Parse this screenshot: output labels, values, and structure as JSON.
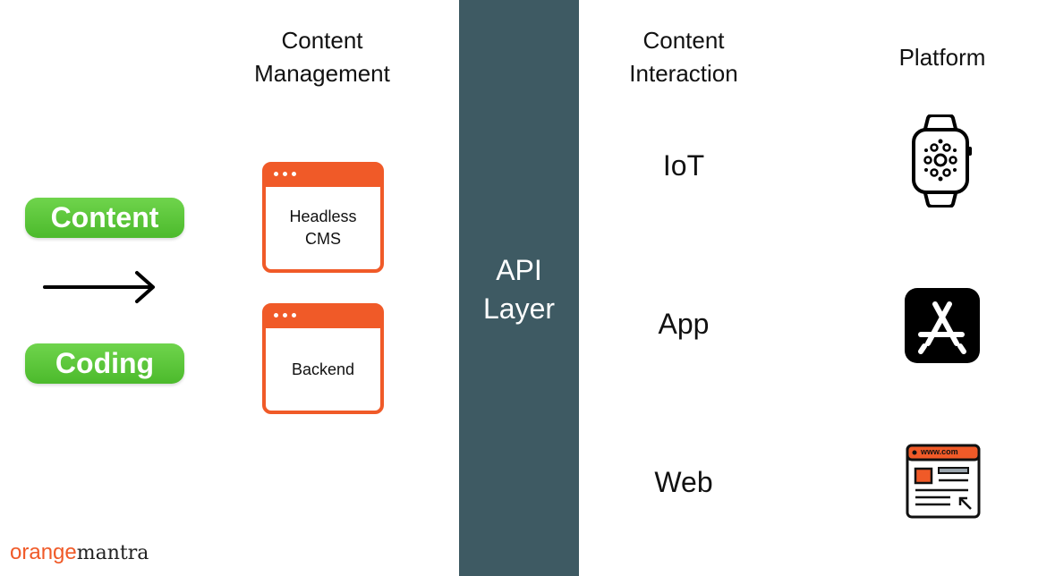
{
  "headers": {
    "content_management": [
      "Content",
      "Management"
    ],
    "content_interaction": [
      "Content",
      "Interaction"
    ],
    "platform": "Platform"
  },
  "pills": {
    "content": "Content",
    "coding": "Coding"
  },
  "windows": {
    "headless_cms": [
      "Headless",
      "CMS"
    ],
    "backend": "Backend"
  },
  "api_layer": [
    "API",
    "Layer"
  ],
  "interactions": {
    "iot": "IoT",
    "app": "App",
    "web": "Web"
  },
  "web_icon_url_text": "www.com",
  "logo": {
    "part1": "orange",
    "part2": "mantra"
  },
  "icons": [
    "smartwatch-icon",
    "app-store-icon",
    "website-icon",
    "right-arrow-icon"
  ],
  "colors": {
    "accent_orange": "#f05a28",
    "pill_green": "#57c236",
    "api_bar": "#3e5a63"
  }
}
